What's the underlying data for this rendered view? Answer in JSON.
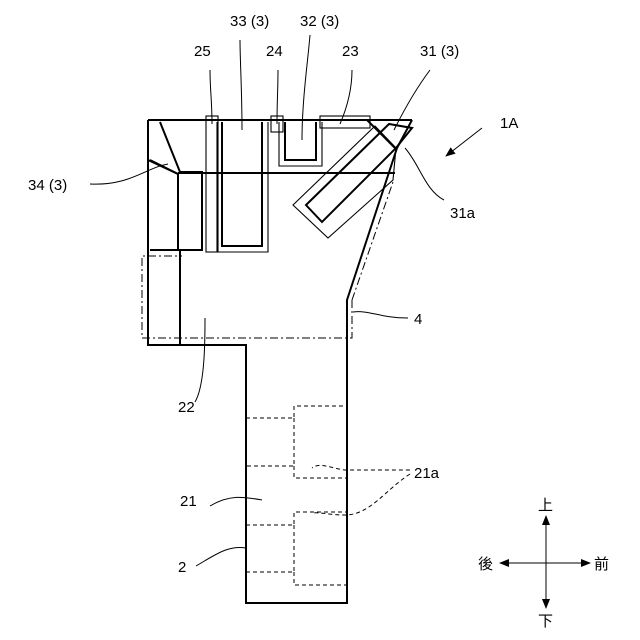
{
  "labels": {
    "l25": "25",
    "l33": "33 (3)",
    "l24": "24",
    "l32": "32 (3)",
    "l23": "23",
    "l31": "31 (3)",
    "l1A": "1A",
    "l34": "34 (3)",
    "l31a": "31a",
    "l4": "4",
    "l22": "22",
    "l21a": "21a",
    "l21": "21",
    "l2": "2"
  },
  "directions": {
    "up": "上",
    "down": "下",
    "back": "後",
    "front": "前"
  }
}
